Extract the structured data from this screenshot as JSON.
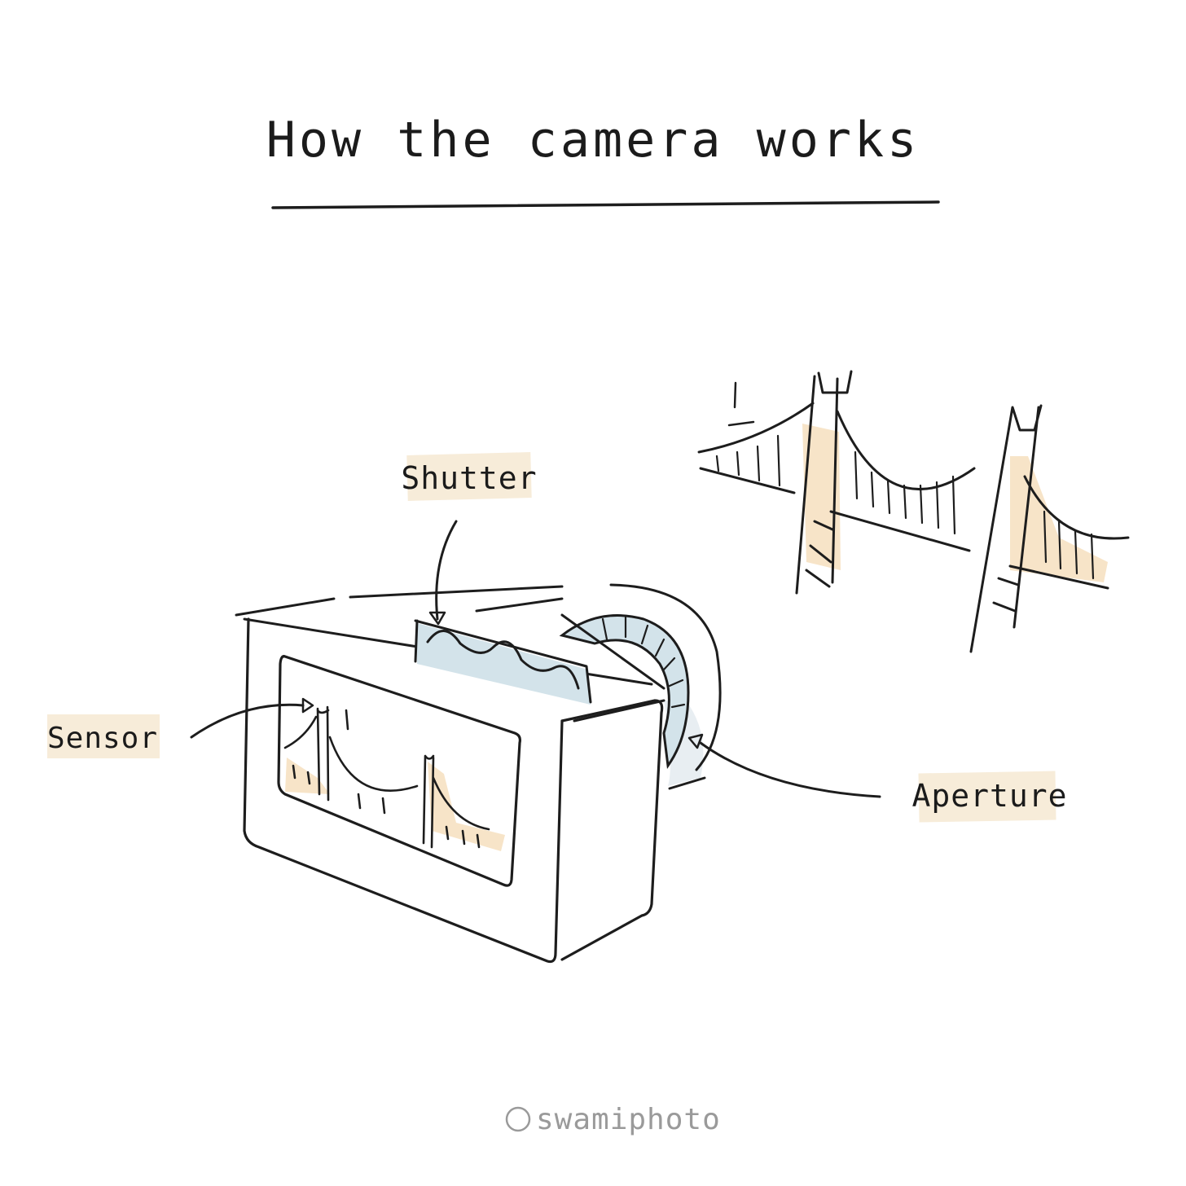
{
  "title": "How the camera works",
  "labels": {
    "shutter": "Shutter",
    "sensor": "Sensor",
    "aperture": "Aperture"
  },
  "credit": "swamiphoto",
  "credit_symbol": "©",
  "colors": {
    "ink": "#1d1d1d",
    "label_highlight": "#f7ecd9",
    "bridge_shade": "#f6dfbe",
    "shutter_fill": "#d3e3ea",
    "credit": "#9a9a9a"
  }
}
